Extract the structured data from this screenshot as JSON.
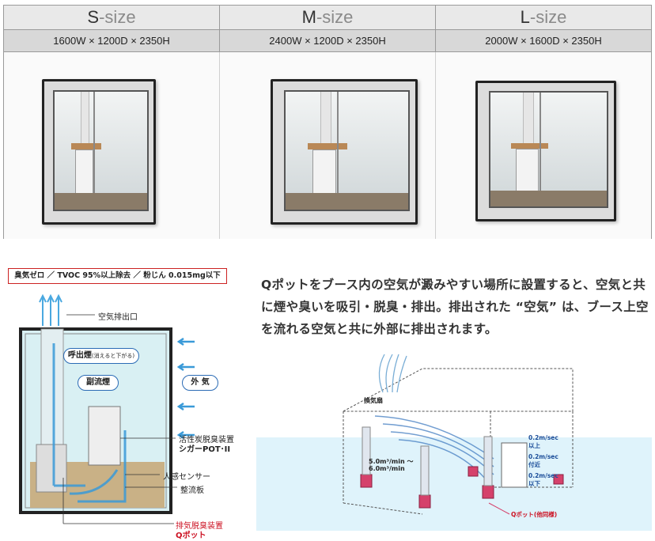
{
  "sizes": [
    {
      "prefix": "S",
      "suffix": "-size",
      "dims": "1600W × 1200D × 2350H"
    },
    {
      "prefix": "M",
      "suffix": "-size",
      "dims": "2400W × 1200D × 2350H"
    },
    {
      "prefix": "L",
      "suffix": "-size",
      "dims": "2000W × 1600D × 2350H"
    }
  ],
  "spec_banner": "臭気ゼロ ／ TVOC 95%以上除去 ／ 粉じん 0.015mg以下",
  "description": "Qポットをブース内の空気が澱みやすい場所に設置すると、空気と共に煙や臭いを吸引・脱臭・排出。排出された “空気” は、ブース上空を流れる空気と共に外部に排出されます。",
  "left_diagram": {
    "exhaust_outlet": "空気排出口",
    "exhaled_smoke": "呼出煙",
    "exhaled_smoke_note": "(消えると下がる)",
    "side_smoke": "副流煙",
    "outside_air": "外 気",
    "charcoal_device_line1": "活性炭脱臭装置",
    "charcoal_device_line2": "シガーPOT･II",
    "motion_sensor": "人感センサー",
    "flow_plate": "整流板",
    "exhaust_device_line1": "排気脱臭装置",
    "exhaust_device_line2": "Qポット"
  },
  "right_diagram": {
    "vent": "換気扇",
    "flow_rate_line1": "5.0m³/min ～",
    "flow_rate_line2": "6.0m³/min",
    "speed1_line1": "0.2m/sec",
    "speed1_line2": "以上",
    "speed2_line1": "0.2m/sec",
    "speed2_line2": "付近",
    "speed3_line1": "0.2m/sec",
    "speed3_line2": "以下",
    "qpot_label": "Qポット(他同様)"
  }
}
